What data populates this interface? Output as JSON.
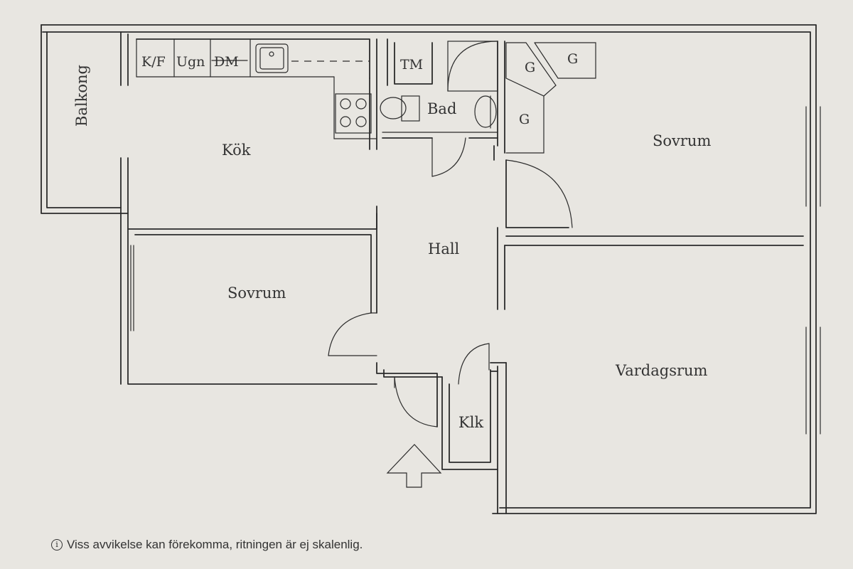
{
  "rooms": {
    "balcony": "Balkong",
    "kitchen": "Kök",
    "bath": "Bad",
    "hall": "Hall",
    "bedroom_left": "Sovrum",
    "bedroom_right": "Sovrum",
    "living_room": "Vardagsrum",
    "closet": "Klk"
  },
  "fixtures": {
    "fridge_freezer": "K/F",
    "oven": "Ugn",
    "dishwasher": "DM",
    "washing_machine": "TM",
    "wardrobe_1": "G",
    "wardrobe_2": "G",
    "wardrobe_3": "G"
  },
  "footer": {
    "icon": "info-icon",
    "note": "Viss avvikelse kan förekomma, ritningen är ej skalenlig."
  }
}
